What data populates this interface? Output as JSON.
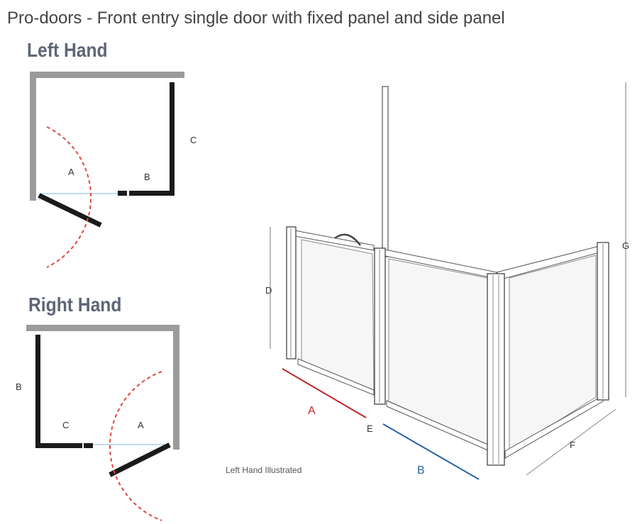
{
  "title": "Pro-doors - Front entry single door with fixed panel and side panel",
  "left_hand": {
    "heading": "Left Hand",
    "label_a": "A",
    "label_b": "B",
    "label_c": "C"
  },
  "right_hand": {
    "heading": "Right Hand",
    "label_a": "A",
    "label_b": "B",
    "label_c": "C"
  },
  "illustration": {
    "caption": "Left Hand Illustrated",
    "dim_a": "A",
    "dim_b": "B",
    "dim_d": "D",
    "dim_e": "E",
    "dim_f": "F",
    "dim_g": "G"
  },
  "colors": {
    "wall": "#9b9b9b",
    "panel": "#1a1a1a",
    "door_swing": "#e0493f",
    "threshold": "#7fb9e6",
    "dim_a": "#c0282d",
    "dim_b": "#2a62a6",
    "heading": "#5e6676"
  }
}
